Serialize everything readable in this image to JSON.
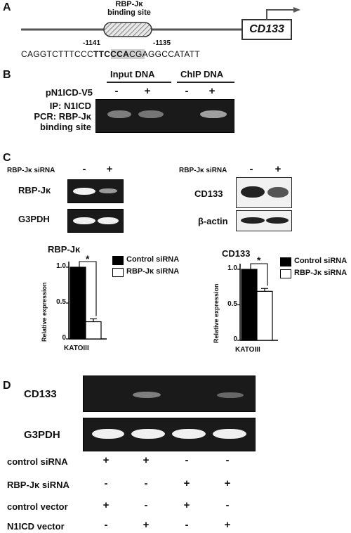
{
  "panel_labels": {
    "A": "A",
    "B": "B",
    "C": "C",
    "D": "D"
  },
  "panelA": {
    "site_title_line1": "RBP-Jκ",
    "site_title_line2": "binding site",
    "pos_left": "-1141",
    "pos_right": "-1135",
    "seq_pre": "CAGGTCTTTCCC",
    "seq_motif": "TTCCCA",
    "seq_post": "CGAGGCCATATT",
    "gene": "CD133"
  },
  "panelB": {
    "col_input": "Input DNA",
    "col_chip": "ChIP DNA",
    "row_label": "pN1ICD-V5",
    "signs": [
      "-",
      "+",
      "-",
      "+"
    ],
    "ip_line1": "IP: N1ICD",
    "ip_line2": "PCR: RBP-Jκ",
    "ip_line3": "binding site",
    "band_intensity": [
      0.55,
      0.5,
      0.0,
      0.7
    ]
  },
  "panelC": {
    "left_header": "RBP-Jκ siRNA",
    "left_signs": [
      "-",
      "+"
    ],
    "left_rows": [
      "RBP-Jκ",
      "G3PDH"
    ],
    "right_header": "RBP-Jκ siRNA",
    "right_signs": [
      "-",
      "+"
    ],
    "right_rows": [
      "CD133",
      "β-actin"
    ],
    "legend_control": "Control siRNA",
    "legend_knock": "RBP-Jκ siRNA",
    "ylabel": "Relative expression",
    "star": "*"
  },
  "chart_data": [
    {
      "type": "bar",
      "title": "RBP-Jκ",
      "categories": [
        "KATOIII"
      ],
      "series": [
        {
          "name": "Control siRNA",
          "values": [
            1.0
          ],
          "color": "#000000"
        },
        {
          "name": "RBP-Jκ siRNA",
          "values": [
            0.24
          ],
          "color": "#ffffff"
        }
      ],
      "xlabel": "KATOIII",
      "ylabel": "Relative expression",
      "yticks": [
        "0",
        "0.5",
        "1.0"
      ],
      "ylim": [
        0,
        1.15
      ],
      "legend": "right"
    },
    {
      "type": "bar",
      "title": "CD133",
      "categories": [
        "KATOIII"
      ],
      "series": [
        {
          "name": "Control siRNA",
          "values": [
            1.0
          ],
          "color": "#000000"
        },
        {
          "name": "RBP-Jκ siRNA",
          "values": [
            0.69
          ],
          "color": "#ffffff"
        }
      ],
      "xlabel": "KATOIII",
      "ylabel": "Relative expression",
      "yticks": [
        "0",
        "0.5",
        "1.0"
      ],
      "ylim": [
        0,
        1.15
      ],
      "legend": "right"
    }
  ],
  "panelD": {
    "row_cd133": "CD133",
    "row_g3pdh": "G3PDH",
    "cd133_intensity": [
      0.0,
      0.45,
      0.0,
      0.35
    ],
    "conditions": [
      {
        "label": "control siRNA",
        "signs": [
          "+",
          "+",
          "-",
          "-"
        ]
      },
      {
        "label": "RBP-Jκ siRNA",
        "signs": [
          "-",
          "-",
          "+",
          "+"
        ]
      },
      {
        "label": "control vector",
        "signs": [
          "+",
          "-",
          "+",
          "-"
        ]
      },
      {
        "label": "N1ICD vector",
        "signs": [
          "-",
          "+",
          "-",
          "+"
        ]
      }
    ]
  }
}
